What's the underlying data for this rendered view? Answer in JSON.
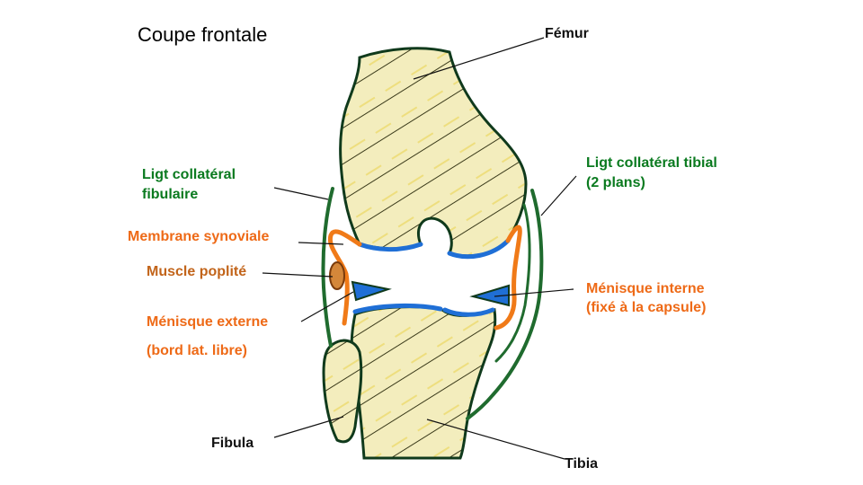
{
  "title": "Coupe frontale",
  "labels": {
    "femur": "Fémur",
    "fibular_ligament": [
      "Ligt collatéral",
      "fibulaire"
    ],
    "tibial_ligament": [
      "Ligt collatéral tibial",
      "(2 plans)"
    ],
    "synovial": "Membrane synoviale",
    "popliteus": "Muscle poplité",
    "lateral_meniscus": [
      "Ménisque externe",
      "(bord lat. libre)"
    ],
    "medial_meniscus": [
      "Ménisque interne",
      "(fixé à la capsule)"
    ],
    "fibula": "Fibula",
    "tibia": "Tibia"
  },
  "colors": {
    "bone_fill": "#f2ecb8",
    "bone_hatch": "#e8cf3a",
    "outline": "#103a1c",
    "ligament": "#1f6b2e",
    "synovial": "#f07a18",
    "cartilage": "#1f6fd6",
    "label_green": "#0a7a1f",
    "label_orange": "#ee6a17"
  }
}
